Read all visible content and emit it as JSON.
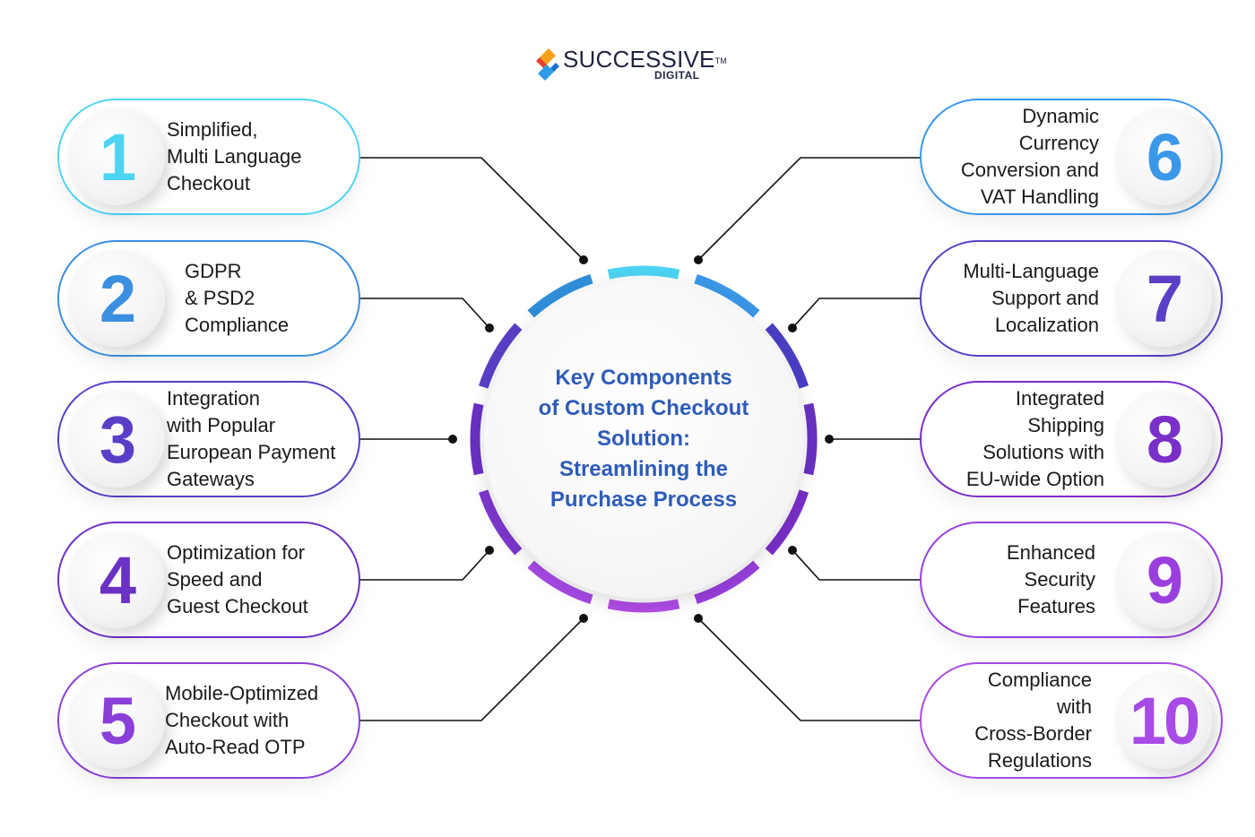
{
  "brand": {
    "name": "SUCCESSIVE",
    "tm": "TM",
    "sub": "DIGITAL"
  },
  "center_title": "Key Components\nof Custom Checkout\nSolution:\nStreamlining the\nPurchase Process",
  "items": [
    {
      "num": "1",
      "label": "Simplified,\nMulti Language\nCheckout",
      "color": "#4dd4f3"
    },
    {
      "num": "2",
      "label": "GDPR\n& PSD2\nCompliance",
      "color": "#3a8fe0"
    },
    {
      "num": "3",
      "label": "Integration\nwith Popular\nEuropean Payment\nGateways",
      "color": "#5a3fc6"
    },
    {
      "num": "4",
      "label": "Optimization for\nSpeed and\nGuest Checkout",
      "color": "#6a31c4"
    },
    {
      "num": "5",
      "label": "Mobile-Optimized\nCheckout with\nAuto-Read OTP",
      "color": "#8a3fd8"
    },
    {
      "num": "6",
      "label": "Dynamic\nCurrency\nConversion and\nVAT Handling",
      "color": "#3b97e8"
    },
    {
      "num": "7",
      "label": "Multi-Language\nSupport and\nLocalization",
      "color": "#5a3fc6"
    },
    {
      "num": "8",
      "label": "Integrated\nShipping\nSolutions with\nEU-wide Option",
      "color": "#7a2fc8"
    },
    {
      "num": "9",
      "label": "Enhanced\nSecurity\nFeatures",
      "color": "#9a3fde"
    },
    {
      "num": "10",
      "label": "Compliance\nwith\nCross-Border\nRegulations",
      "color": "#a84ae6"
    }
  ]
}
